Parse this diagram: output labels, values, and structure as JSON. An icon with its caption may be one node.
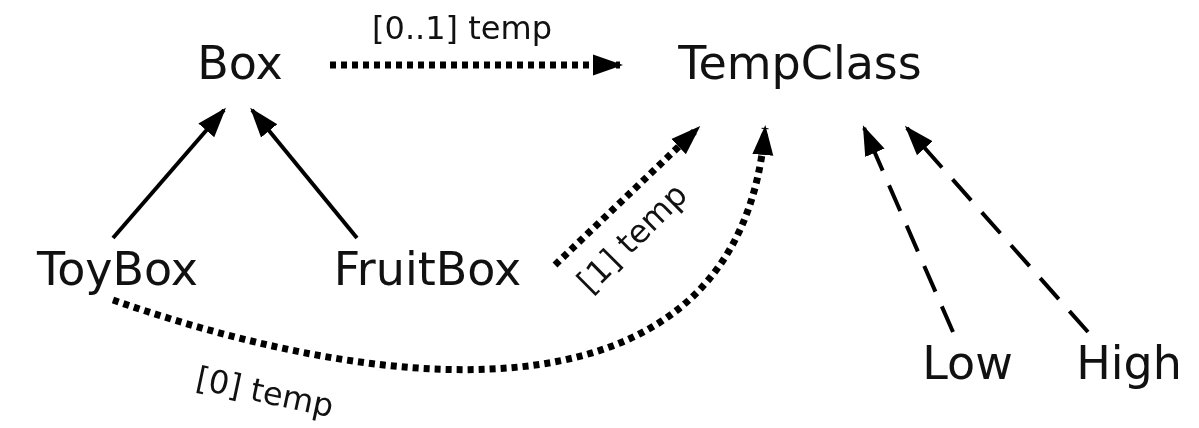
{
  "diagram": {
    "nodes": [
      {
        "text": [
          "Box"
        ]
      },
      {
        "text": [
          "TempClass"
        ]
      },
      {
        "text": [
          "ToyBox"
        ]
      },
      {
        "text": [
          "FruitBox"
        ]
      },
      {
        "text": [
          "Low"
        ]
      },
      {
        "text": [
          "High"
        ]
      }
    ],
    "edges": [
      {
        "from": 0,
        "to": 1,
        "arrow": "to",
        "style": "dashed",
        "label": "[0..1] temp"
      },
      {
        "from": 2,
        "to": 0,
        "arrow": "to"
      },
      {
        "from": 3,
        "to": 0,
        "arrow": "to"
      },
      {
        "from": 3,
        "to": 1,
        "arrow": "to",
        "style": "dashed",
        "label": "[1] temp"
      },
      {
        "from": 2,
        "to": 1,
        "arrow": "to",
        "style": "dashed",
        "label": "[0] temp"
      },
      {
        "from": 4,
        "to": 1,
        "arrow": "to",
        "style": "dashed"
      },
      {
        "from": 5,
        "to": 1,
        "arrow": "to",
        "style": "dashed"
      }
    ]
  }
}
